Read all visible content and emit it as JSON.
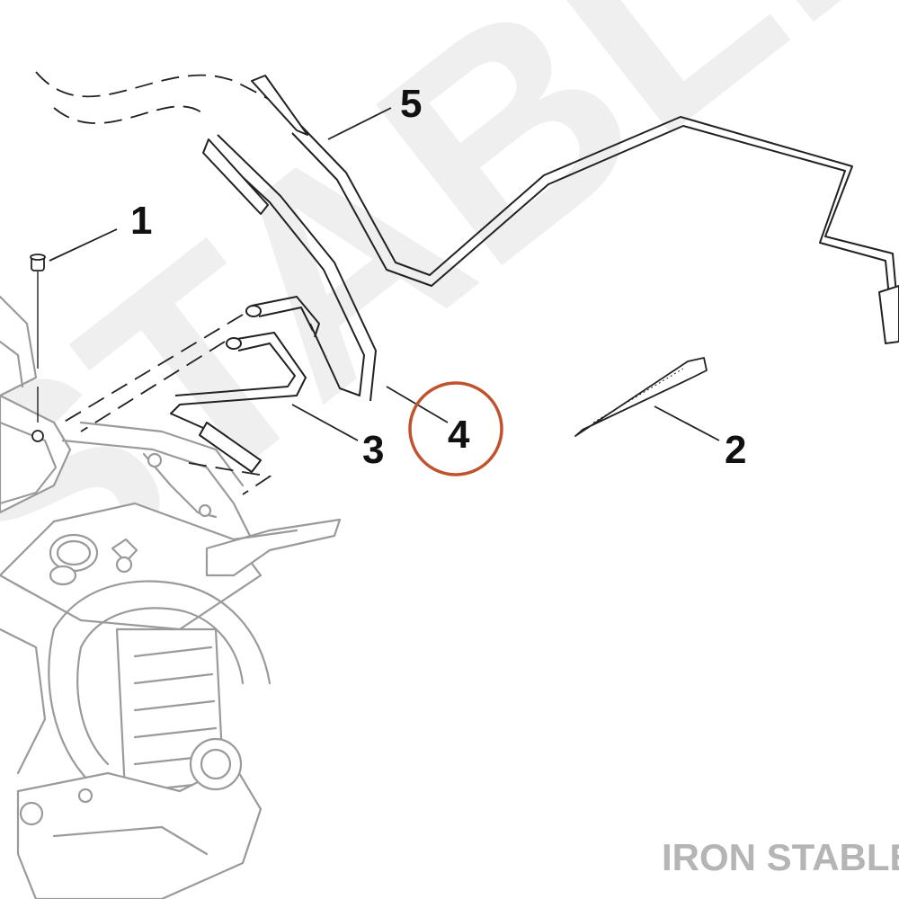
{
  "diagram": {
    "callouts": [
      {
        "id": "1",
        "label": "1"
      },
      {
        "id": "2",
        "label": "2"
      },
      {
        "id": "3",
        "label": "3"
      },
      {
        "id": "4",
        "label": "4",
        "highlighted": true
      },
      {
        "id": "5",
        "label": "5"
      }
    ],
    "watermark": {
      "background_text": "STABLE",
      "brand_text": "IRON STABLE"
    },
    "colors": {
      "highlight_circle": "#c0532e",
      "part_line": "#222222",
      "frame_line": "#9a9a9a",
      "watermark": "#efefef",
      "brand_text": "#b5b5b5"
    }
  }
}
